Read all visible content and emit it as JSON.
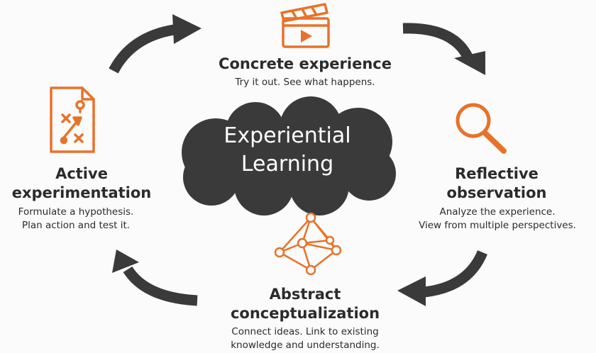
{
  "center": {
    "line1": "Experiential",
    "line2": "Learning"
  },
  "stages": {
    "concrete": {
      "title": "Concrete experience",
      "desc": "Try it out. See what happens."
    },
    "reflective": {
      "title_line1": "Reflective",
      "title_line2": "observation",
      "desc_line1": "Analyze the experience.",
      "desc_line2": "View from multiple perspectives."
    },
    "abstract": {
      "title_line1": "Abstract",
      "title_line2": "conceptualization",
      "desc_line1": "Connect ideas. Link to existing",
      "desc_line2": "knowledge and understanding."
    },
    "active": {
      "title_line1": "Active",
      "title_line2": "experimentation",
      "desc_line1": "Formulate a hypothesis.",
      "desc_line2": "Plan action and test it."
    }
  },
  "icons": {
    "concrete": "clapperboard-icon",
    "reflective": "magnifier-icon",
    "abstract": "network-icon",
    "active": "strategy-document-icon"
  },
  "colors": {
    "accent": "#e8722a",
    "dark": "#3a3a3a",
    "background": "#fbfbfb"
  }
}
